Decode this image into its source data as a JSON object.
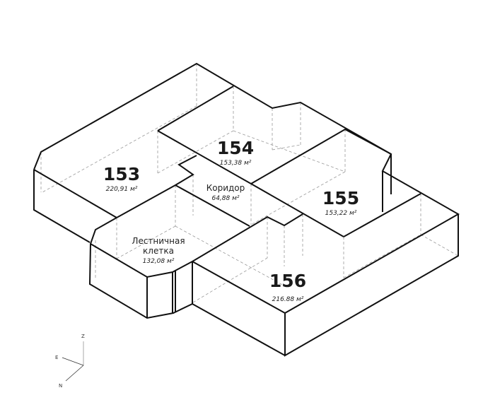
{
  "rooms": {
    "r153": {
      "number": "153",
      "area": "220,91 м²"
    },
    "r154": {
      "number": "154",
      "area": "153,38 м²"
    },
    "r155": {
      "number": "155",
      "area": "153,22 м²"
    },
    "r156": {
      "number": "156",
      "area": "216.88 м²"
    },
    "corridor": {
      "name": "Коридор",
      "area": "64,88 м²"
    },
    "stairs": {
      "name_line1": "Лестничная",
      "name_line2": "клетка",
      "area": "132,08 м²"
    }
  },
  "axes": {
    "z": "Z",
    "e": "E",
    "n": "N"
  }
}
